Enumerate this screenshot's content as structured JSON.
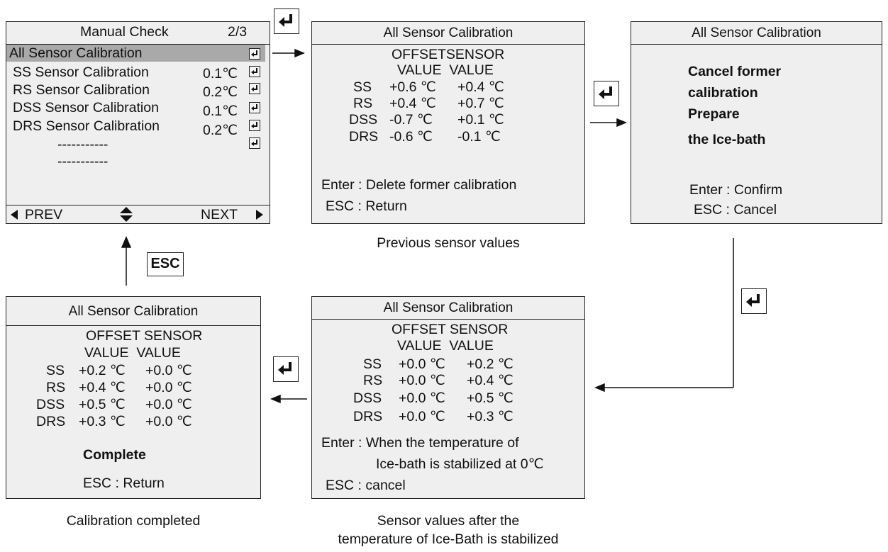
{
  "enter_icon": "enter-key-icon",
  "menu_panel": {
    "title": "Manual Check",
    "page": "2/3",
    "items": [
      {
        "label": "All Sensor Calibration",
        "value": ""
      },
      {
        "label": "SS Sensor Calibration",
        "value": "0.1℃"
      },
      {
        "label": "RS Sensor Calibration",
        "value": "0.2℃"
      },
      {
        "label": "DSS Sensor Calibration",
        "value": "0.1℃"
      },
      {
        "label": "DRS Sensor Calibration",
        "value": "0.2℃"
      }
    ],
    "dashes": [
      "-----------",
      "-----------"
    ],
    "prev": "PREV",
    "next": "NEXT"
  },
  "previous_panel": {
    "title": "All Sensor Calibration",
    "header1": "OFFSETSENSOR",
    "header2": "VALUE  VALUE",
    "rows": [
      {
        "name": "SS",
        "offset": "+0.6 ℃",
        "sensor": "+0.4 ℃"
      },
      {
        "name": "RS",
        "offset": "+0.4 ℃",
        "sensor": "+0.7 ℃"
      },
      {
        "name": "DSS",
        "offset": "-0.7 ℃",
        "sensor": "+0.1 ℃"
      },
      {
        "name": "DRS",
        "offset": "-0.6 ℃",
        "sensor": "-0.1 ℃"
      }
    ],
    "enter_text": "Enter : Delete former calibration",
    "esc_text": "ESC : Return",
    "caption": "Previous sensor values"
  },
  "cancel_panel": {
    "title": "All Sensor Calibration",
    "lines": [
      "Cancel former",
      "calibration",
      "Prepare",
      "the Ice-bath"
    ],
    "enter_text": "Enter : Confirm",
    "esc_text": "ESC : Cancel"
  },
  "stabilized_panel": {
    "title": "All Sensor Calibration",
    "header1": "OFFSET SENSOR",
    "header2": "VALUE  VALUE",
    "rows": [
      {
        "name": "SS",
        "offset": "+0.0 ℃",
        "sensor": "+0.2 ℃"
      },
      {
        "name": "RS",
        "offset": "+0.0 ℃",
        "sensor": "+0.4 ℃"
      },
      {
        "name": "DSS",
        "offset": "+0.0 ℃",
        "sensor": "+0.5 ℃"
      },
      {
        "name": "DRS",
        "offset": "+0.0 ℃",
        "sensor": "+0.3 ℃"
      }
    ],
    "enter_line1": "Enter : When the temperature of",
    "enter_line2": "Ice-bath is stabilized at 0℃",
    "esc_text": "ESC : cancel",
    "caption_line1": "Sensor values after the",
    "caption_line2": "temperature of Ice-Bath is stabilized"
  },
  "complete_panel": {
    "title": "All Sensor Calibration",
    "header1": "OFFSET SENSOR",
    "header2": "VALUE  VALUE",
    "rows": [
      {
        "name": "SS",
        "offset": "+0.2 ℃",
        "sensor": "+0.0 ℃"
      },
      {
        "name": "RS",
        "offset": "+0.4 ℃",
        "sensor": "+0.0 ℃"
      },
      {
        "name": "DSS",
        "offset": "+0.5 ℃",
        "sensor": "+0.0 ℃"
      },
      {
        "name": "DRS",
        "offset": "+0.3 ℃",
        "sensor": "+0.0 ℃"
      }
    ],
    "complete": "Complete",
    "esc_text": "ESC : Return",
    "caption": "Calibration completed"
  },
  "esc_key": "ESC"
}
